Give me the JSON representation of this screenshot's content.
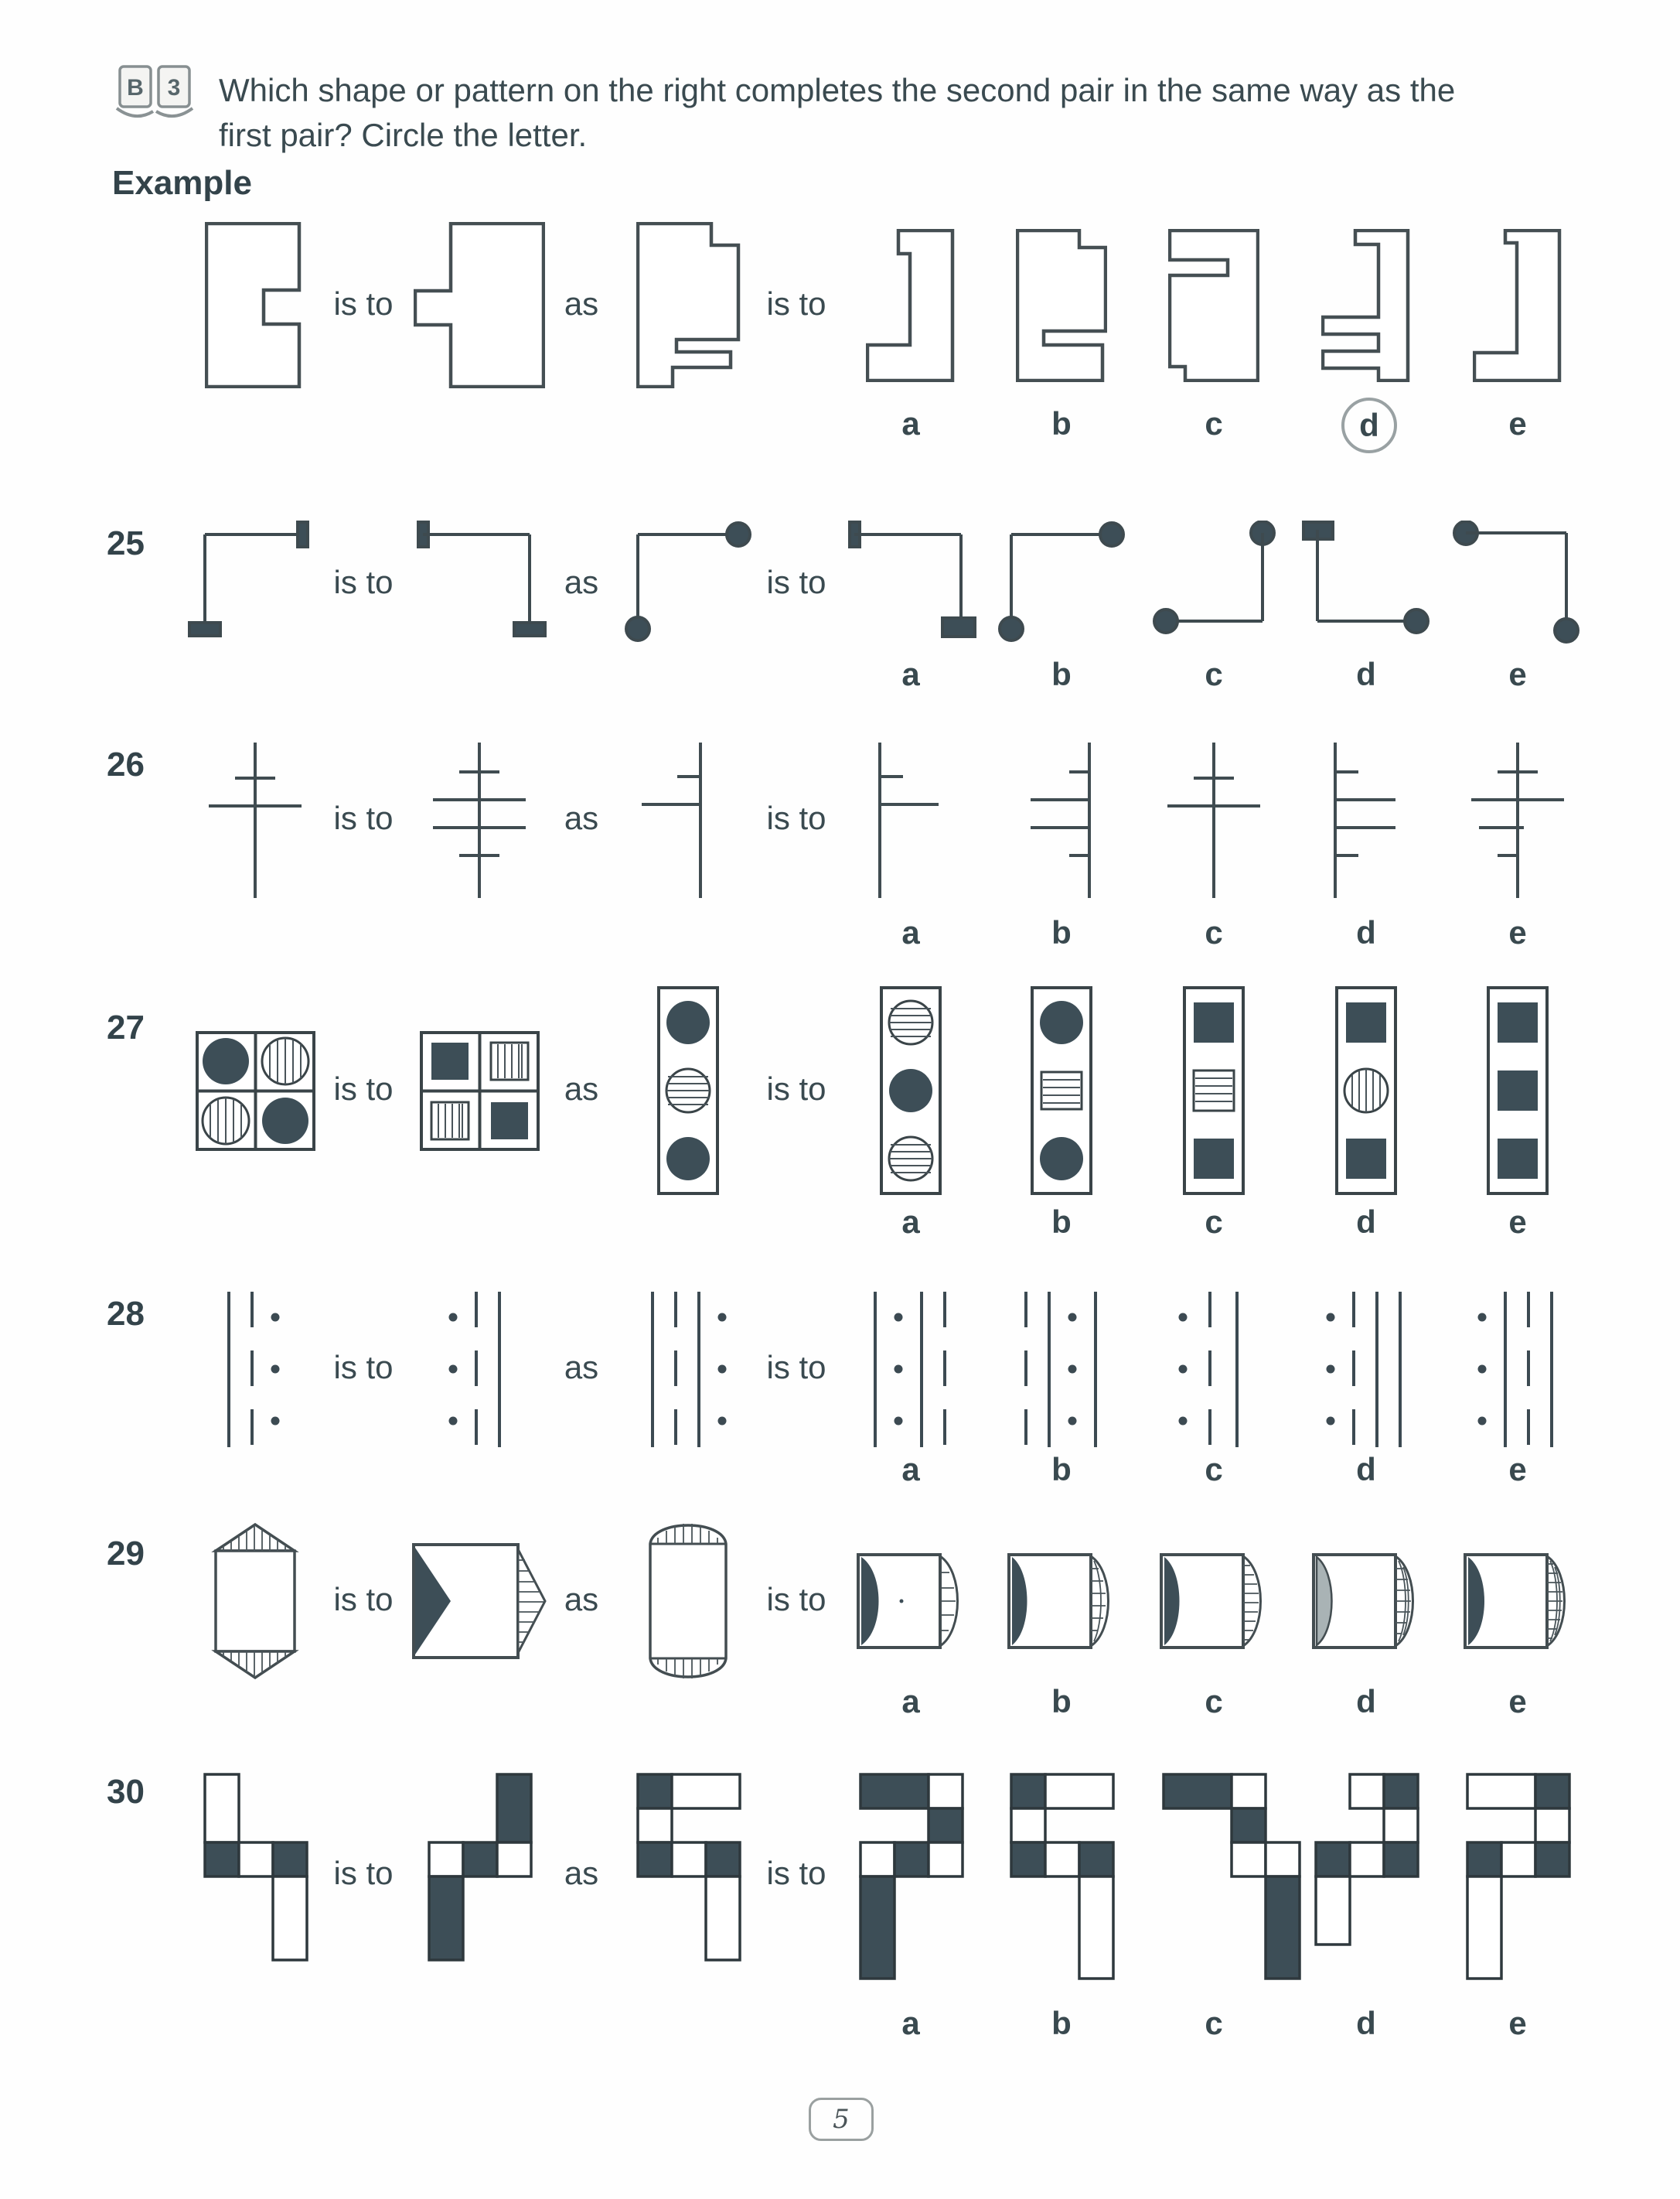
{
  "page": {
    "number": "5"
  },
  "colors": {
    "dark_fill": "#3d4e57",
    "gray_fill": "#a9b3b5",
    "ink": "#36464c",
    "outline": "#3e4a4f"
  },
  "option_letters": [
    "a",
    "b",
    "c",
    "d",
    "e"
  ],
  "relation": {
    "is_to": "is to",
    "as": "as"
  },
  "header": {
    "badge_letter": "B",
    "badge_number": "3",
    "book_icon": "open-book-icon",
    "instruction_line1": "Which shape or pattern on the right completes the second pair in the same way as the",
    "instruction_line2": "first pair? Circle the letter."
  },
  "example": {
    "label": "Example",
    "answer": "d",
    "answer_circled": true,
    "stimulus": {
      "first": "tall rectangle with notch cut into middle of right edge",
      "second": "tall rectangle with tab protruding from middle of left edge",
      "third": "tall rectangle with step cut at top right and slot cut near bottom right"
    },
    "options": {
      "a": "right vertical bar with foot extending bottom-left",
      "b": "rectangle with top-right step and slot cut near bottom right",
      "c": "rectangle with slot cut in upper left and step at bottom left",
      "d": "right vertical bar with two left arms separated by slots",
      "e": "right vertical bar with thin foot extending bottom-left"
    }
  },
  "questions": [
    {
      "number": "25",
      "stimulus": {
        "first": "elbow cornered top-left; horizontal arm ends in vertical bar, vertical arm ends in horizontal bar",
        "second": "elbow cornered top-right; vertical bar at top-left end, horizontal bar at bottom end",
        "third": "elbow cornered top-left; both arms end in filled circles"
      },
      "options": {
        "a": "elbow cornered top-right with vertical bar and bottom rectangle",
        "b": "elbow cornered top-left with circles at both ends",
        "c": "elbow cornered bottom-right with circles at both ends",
        "d": "filled rectangle top-left, elbow cornered bottom-left, circle at right end",
        "e": "elbow cornered top-right with circles at both ends"
      }
    },
    {
      "number": "26",
      "stimulus": {
        "first": "vertical line crossed by one short and one long bar",
        "second": "vertical line crossed by short, long, long and short bars",
        "third": "vertical line with one short and one long half-bar on its left side"
      },
      "options": {
        "a": "vertical line with short and long half-bars on right side",
        "b": "vertical line with short, long, long, short half-bars on left side",
        "c": "vertical line crossed by one short and one long bar",
        "d": "vertical line with short, long, long, short half-bars on right side",
        "e": "vertical line with crossing short and long bars plus left half-bars"
      }
    },
    {
      "number": "27",
      "stimulus": {
        "first": "2x2 grid of circles: solid, vertical-striped, vertical-striped, solid",
        "second": "2x2 grid of squares: solid, vertical-striped, vertical-striped, solid",
        "third": "1x3 column of circles: solid, horizontal-striped, solid"
      },
      "options": {
        "a": "column of circles: horizontal-striped, solid, horizontal-striped",
        "b": "column: solid circle, horizontal-striped square, solid circle",
        "c": "column of squares: solid, horizontal-striped, solid",
        "d": "column: solid square, vertical-striped circle, solid square",
        "e": "column of three solid squares"
      }
    },
    {
      "number": "28",
      "stimulus": {
        "first": "solid line, dashed line, column of dots",
        "second": "column of dots, dashed line, solid line",
        "third": "solid line, dashed line, solid line, column of dots"
      },
      "options": {
        "a": "solid line, dots, solid line, dashed line",
        "b": "dashed line, solid line, dots, solid line",
        "c": "dots, dashed line, solid line",
        "d": "dots, dashed line, solid line, solid line",
        "e": "dots, solid line, dashed line, solid line"
      }
    },
    {
      "number": "29",
      "stimulus": {
        "first": "vertical rectangle with striped triangular caps top and bottom",
        "second": "rectangle with solid dark triangle inside left edge and striped triangle outside right edge",
        "third": "vertical rectangle with striped semicircular caps top and bottom"
      },
      "options": {
        "a": "rectangle with dark half-ellipse at left, sparsely dashed cap at right, small dot in middle",
        "b": "rectangle with dark half-ellipse at left, ladder-hatched cap at right",
        "c": "rectangle with dark half-ellipse at left, tick-hatched cap at right",
        "d": "rectangle with grey half-ellipse at left, grid-hatched cap at right",
        "e": "rectangle with dark half-ellipse at left, densely grid-hatched cap at right"
      }
    },
    {
      "number": "30",
      "stimulus": {
        "first": "white column top-left, middle row dark-white-dark, long white tail below right",
        "second": "dark column top-right, middle row white-dark-white, long dark tail below left",
        "third": "dark square and white bar on top row, white square below left, middle row dark-white-dark, white tail below right"
      },
      "options": {
        "a": "dark bar and white square on top, dark square below right, middle row white-dark-white, dark tail below left",
        "b": "dark square and white bar on top, white square below left, middle row dark-white-dark, white tail below right",
        "c": "dark bar and white square on top, dark square below right, two white squares shifted right, dark tail far right",
        "d": "white and dark squares on top, white square below right, middle row dark-white-dark, short white tail below left",
        "e": "white bar and dark square on top, white square below right, middle row dark-white-dark, white tail below left"
      }
    }
  ]
}
